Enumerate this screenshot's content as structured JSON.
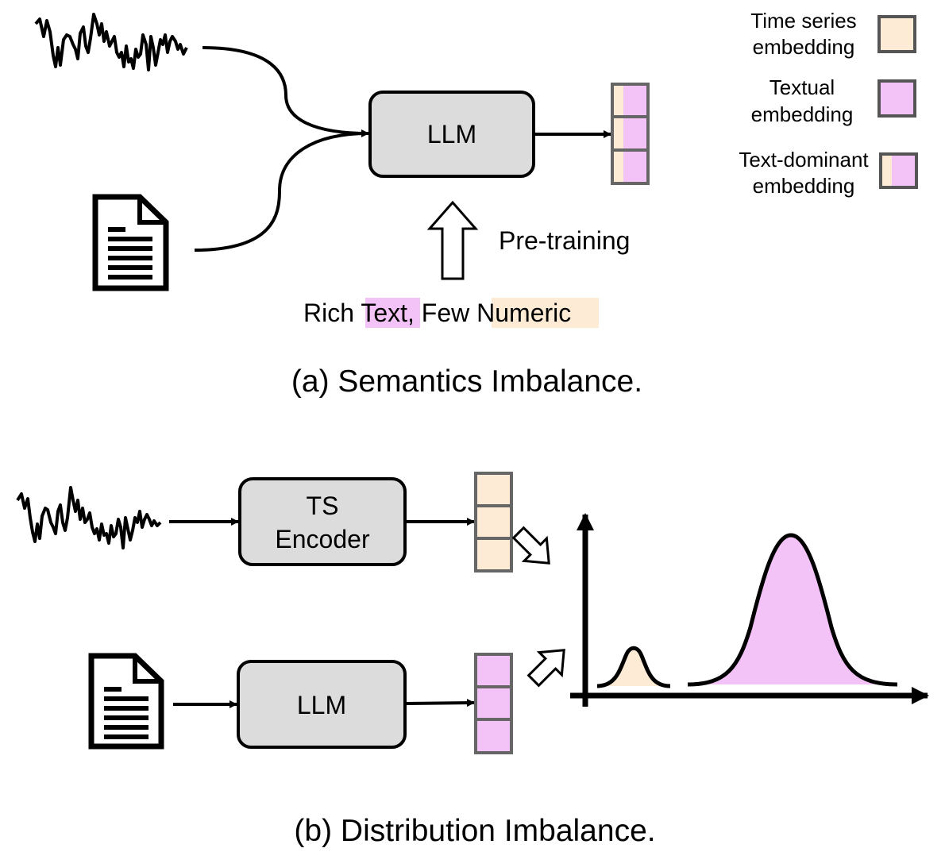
{
  "legend": {
    "ts_embedding": [
      "Time series",
      "embedding"
    ],
    "text_embedding": [
      "Textual",
      "embedding"
    ],
    "text_dominant_embedding": [
      "Text-dominant",
      "embedding"
    ]
  },
  "panel_a": {
    "llm_label": "LLM",
    "pretraining_label": "Pre-training",
    "rich_text": {
      "part1": "Rich ",
      "part2": "Text",
      "part3": ", Few ",
      "part4": "Numeric"
    },
    "caption": "(a) Semantics Imbalance."
  },
  "panel_b": {
    "ts_encoder_label": [
      "TS",
      "Encoder"
    ],
    "llm_label": "LLM",
    "caption": "(b) Distribution Imbalance."
  },
  "colors": {
    "ts_fill": "#fdebd6",
    "text_fill": "#f3c2f7",
    "box_fill": "#dcdcdc",
    "cell_stroke": "#666666",
    "ts_highlight": "#fdebd6",
    "text_highlight": "#f3c2f7"
  },
  "icons": [
    "time-series-wave-icon",
    "document-icon",
    "hollow-up-arrow-icon",
    "hollow-diagonal-arrow-icon"
  ]
}
